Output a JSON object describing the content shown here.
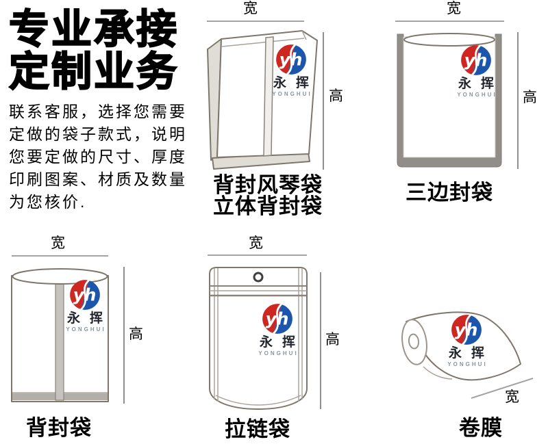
{
  "intro": {
    "title_line1": "专业承接",
    "title_line2": "定制业务",
    "body_lines": [
      "联系客服，选择您需要",
      "定做的袋子款式，说明",
      "您要定做的尺寸、厚度",
      "印刷图案、材质及数量",
      "为您核价."
    ]
  },
  "dimension_labels": {
    "width": "宽",
    "height": "高"
  },
  "logo": {
    "monogram": "yh",
    "name_cn": "永挥",
    "name_en": "YONGHUI",
    "red": "#ce2721",
    "blue": "#1b56ac"
  },
  "figures": {
    "accordion": {
      "caption_line1": "背封风琴袋",
      "caption_line2": "立体背封袋"
    },
    "three_side": {
      "caption": "三边封袋"
    },
    "back_seal": {
      "caption": "背封袋"
    },
    "zipper": {
      "caption": "拉链袋"
    },
    "roll_film": {
      "caption": "卷膜"
    }
  }
}
